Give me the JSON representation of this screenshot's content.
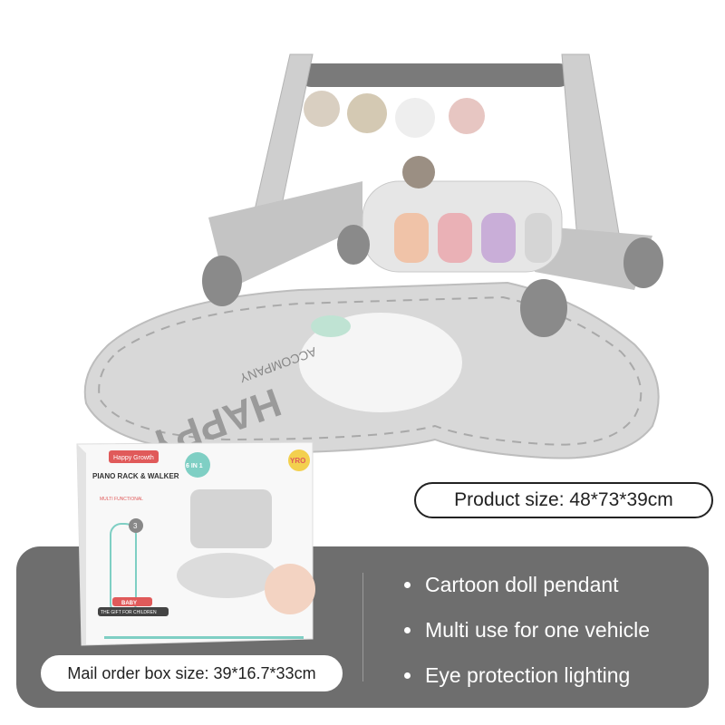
{
  "product_size": "Product size: 48*73*39cm",
  "mail_box_size": "Mail order box size: 39*16.7*33cm",
  "features": [
    "Cartoon doll pendant",
    "Multi use for one vehicle",
    "Eye protection lighting"
  ],
  "mat_text": {
    "big": "HAPPY",
    "small": "ACCOMPANY"
  },
  "box": {
    "brand_badge": "Happy Growth",
    "title": "PIANO RACK & WALKER",
    "subtitle": "MULTI FUNCTIONAL",
    "badge": "6 IN 1",
    "logo": "YRO",
    "age": "3",
    "tag": "BABY",
    "tagline": "THE GIFT FOR CHILDREN"
  },
  "colors": {
    "panel": "#6e6e6e",
    "toy_gray": "#c9c9c9",
    "key_orange": "#f0c3a8",
    "key_pink": "#eab1b6",
    "key_purple": "#c9aed8",
    "box_teal": "#7fcfc4",
    "box_red": "#e05a5a"
  }
}
